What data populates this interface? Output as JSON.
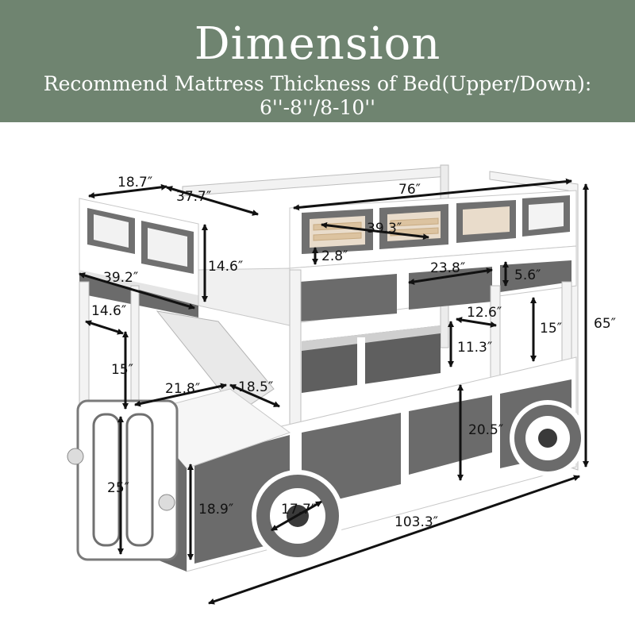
{
  "header": {
    "title": "Dimension",
    "subtitle_line1": "Recommend Mattress Thickness of Bed(Upper/Down):",
    "subtitle_line2": "6''-8''/8-10''"
  },
  "dimensions": {
    "d18_7": "18.7″",
    "d37_7": "37.7″",
    "d76": "76″",
    "d39_3": "39.3″",
    "d2_8": "2.8″",
    "d14_6a": "14.6″",
    "d39_2": "39.2″",
    "d23_8": "23.8″",
    "d5_6": "5.6″",
    "d65": "65″",
    "d14_6b": "14.6″",
    "d12_6": "12.6″",
    "d15a": "15″",
    "d15b": "15″",
    "d11_3": "11.3″",
    "d21_8": "21.8″",
    "d18_5": "18.5″",
    "d20_5": "20.5″",
    "d25": "25″",
    "d18_9": "18.9″",
    "d17_7": "17.7″",
    "d103_3": "103.3″"
  },
  "colors": {
    "header_bg": "#6f8470",
    "panel_gray": "#6b6b6b",
    "frame_white": "#ffffff"
  }
}
